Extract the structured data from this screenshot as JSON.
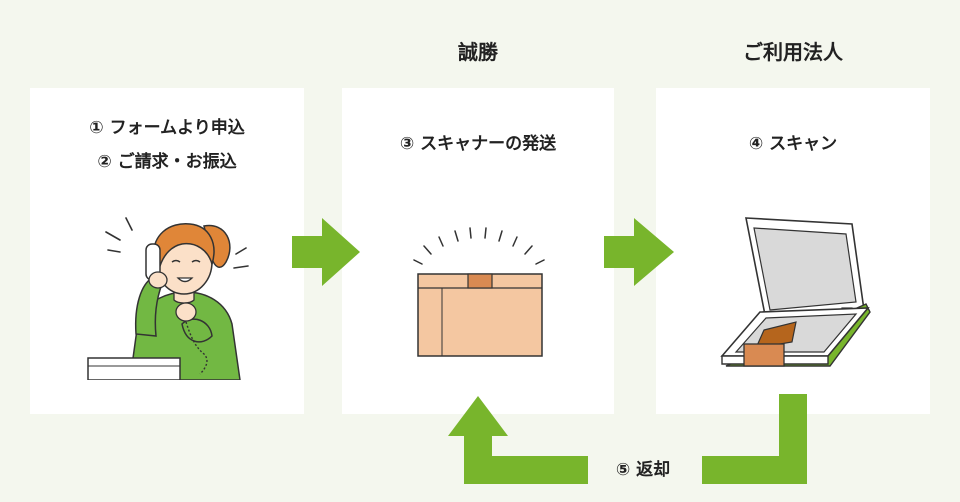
{
  "columns": {
    "customer": {
      "header": "",
      "lines": [
        "① フォームより申込",
        "② ご請求・お振込"
      ]
    },
    "seisho": {
      "header": "誠勝",
      "lines": [
        "③ スキャナーの発送"
      ]
    },
    "user": {
      "header": "ご利用法人",
      "lines": [
        "④ スキャン"
      ]
    }
  },
  "return_step": {
    "label": "⑤ 返却"
  },
  "colors": {
    "arrow": "#78b52c",
    "box": "#f4c7a1",
    "box_tape": "#d98a52",
    "shirt": "#72b843",
    "hair": "#e08638",
    "background": "#f4f7ee"
  },
  "icons": [
    "woman-on-phone-icon",
    "cardboard-box-icon",
    "flatbed-scanner-icon",
    "right-arrow-icon",
    "return-arrow-icon"
  ]
}
